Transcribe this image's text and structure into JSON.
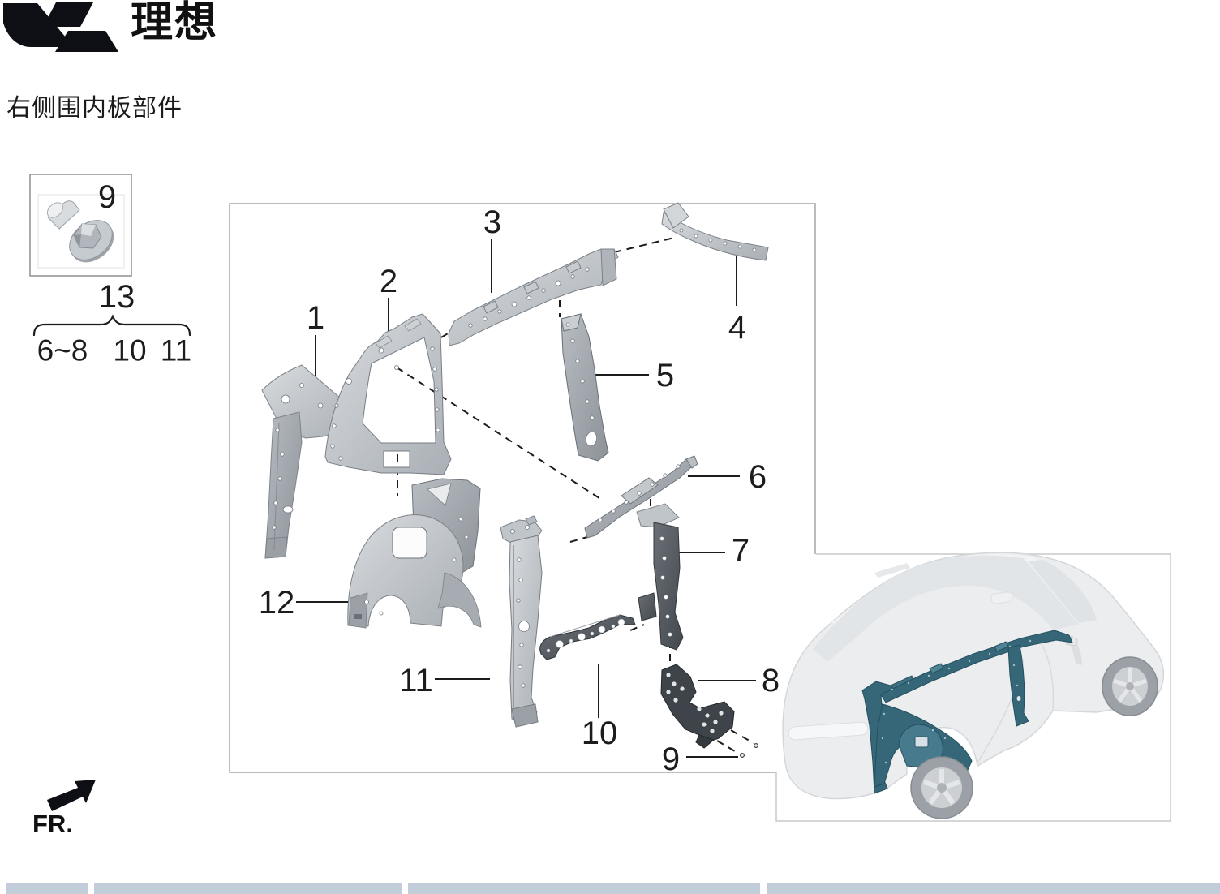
{
  "header": {
    "brand_text": "理想",
    "page_title": "右侧围内板部件"
  },
  "inset": {
    "callout": "9",
    "description_icon": "flanged-hex-bolt"
  },
  "grouping": {
    "label": "13",
    "members": [
      "6~8",
      "10",
      "11"
    ]
  },
  "callouts": {
    "c1": "1",
    "c2": "2",
    "c3": "3",
    "c4": "4",
    "c5": "5",
    "c6": "6",
    "c7": "7",
    "c8": "8",
    "c9": "9",
    "c10": "10",
    "c11": "11",
    "c12": "12"
  },
  "direction": {
    "label": "FR."
  },
  "colors": {
    "highlight_part_teal": "#356779",
    "footer_bar": "#c1cdd9",
    "diagram_box_border": "#a5a5a5",
    "car_box_border": "#c9c9c9",
    "line_color": "#1c1c1c"
  }
}
